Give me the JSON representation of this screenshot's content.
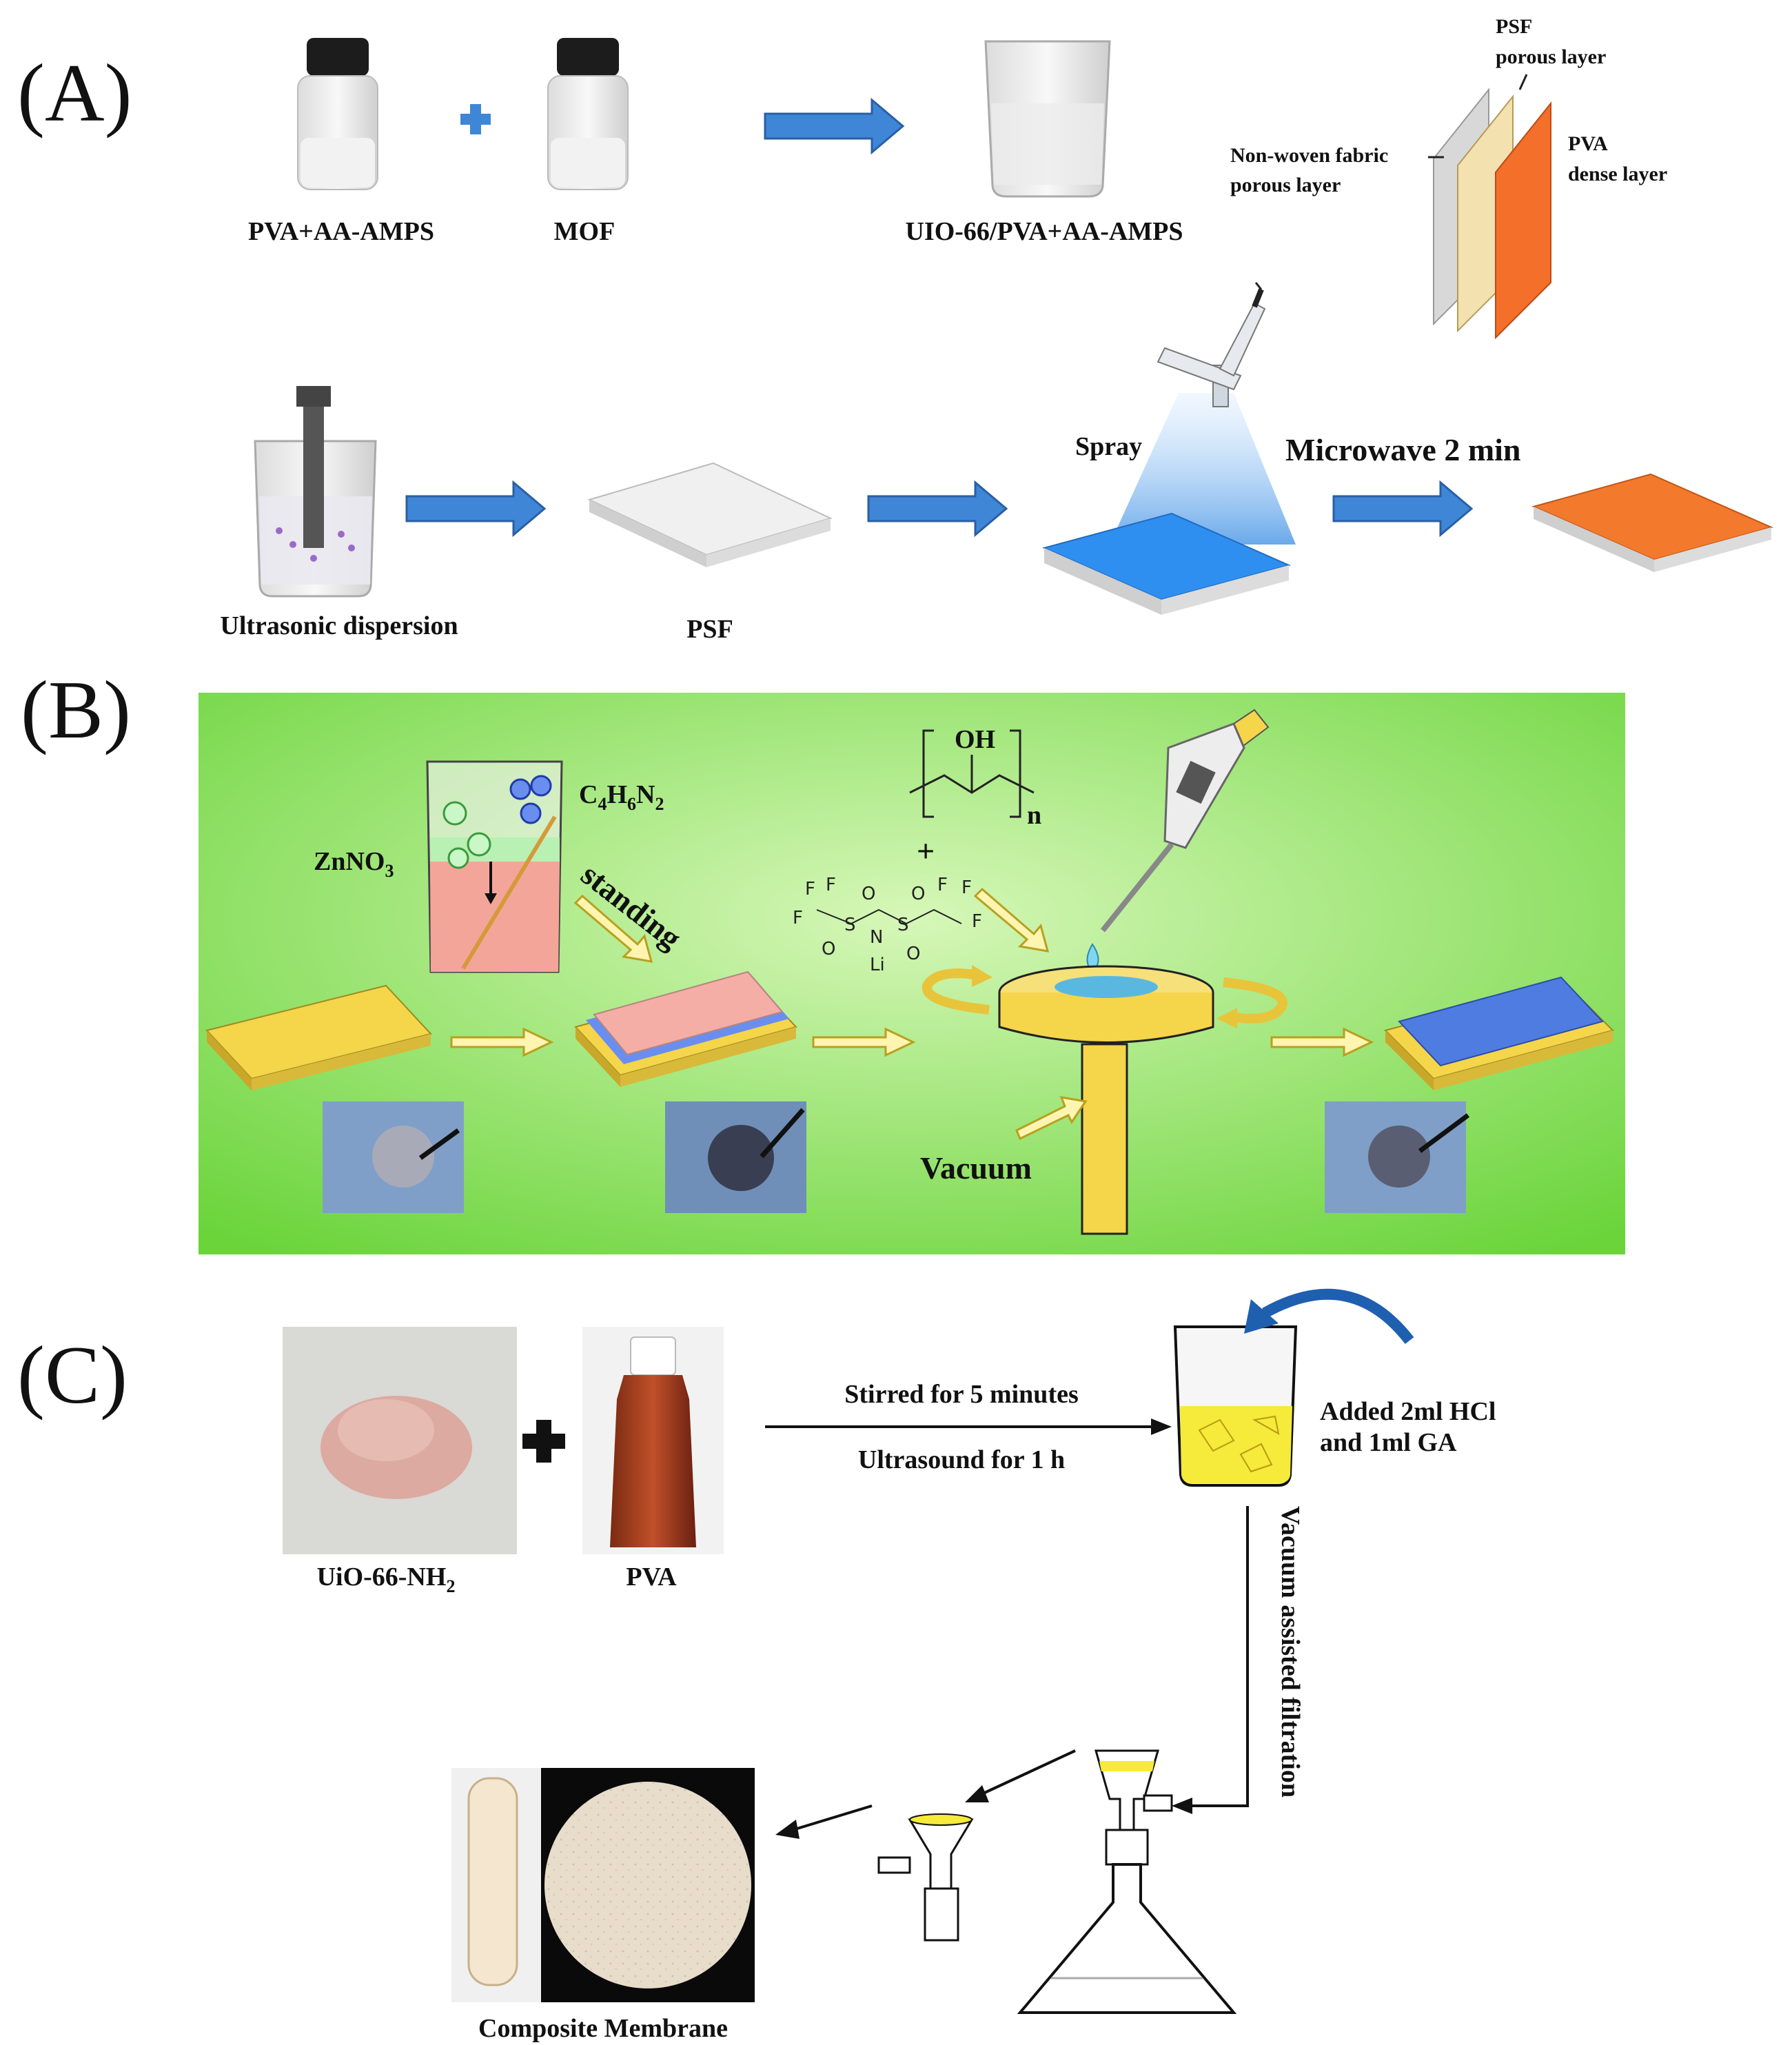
{
  "panels": {
    "a": "(A)",
    "b": "(B)",
    "c": "(C)"
  },
  "panel_a": {
    "bottle1": "PVA+AA-AMPS",
    "bottle2": "MOF",
    "beaker": "UIO-66/PVA+AA-AMPS",
    "layer_psf": "PSF",
    "layer_psf2": "porous layer",
    "layer_nonwoven1": "Non-woven fabric",
    "layer_nonwoven2": "porous layer",
    "layer_pva1": "PVA",
    "layer_pva2": "dense layer",
    "ultrasonic": "Ultrasonic dispersion",
    "psf": "PSF",
    "spray": "Spray",
    "microwave": "Microwave 2 min"
  },
  "panel_b": {
    "znno3": "ZnNO",
    "znno3_sub": "3",
    "c4h6n2": "C",
    "c4_sub": "4",
    "h": "H",
    "h6_sub": "6",
    "n": "N",
    "n2_sub": "2",
    "standing": "standing",
    "oh": "OH",
    "n_sub": "n",
    "plus": "+",
    "vacuum": "Vacuum",
    "tfsi": [
      "F",
      "F",
      "F",
      "O",
      "O",
      "S",
      "N",
      "S",
      "O",
      "O",
      "F",
      "F",
      "F",
      "Li"
    ]
  },
  "panel_c": {
    "uio": "UiO-66-NH",
    "uio_sub": "2",
    "pva": "PVA",
    "stirred": "Stirred for 5 minutes",
    "ultrasound": "Ultrasound for 1 h",
    "added1": "Added 2ml HCl",
    "added2": "and 1ml GA",
    "vacuum_filtration": "Vacuum assisted filtration",
    "composite": "Composite Membrane"
  },
  "colors": {
    "blue_arrow": "#3f86d6",
    "green_bg": "#8fe05a",
    "orange_film": "#f07a30",
    "blue_film": "#3c8ee8",
    "yellow": "#f5d54a"
  }
}
